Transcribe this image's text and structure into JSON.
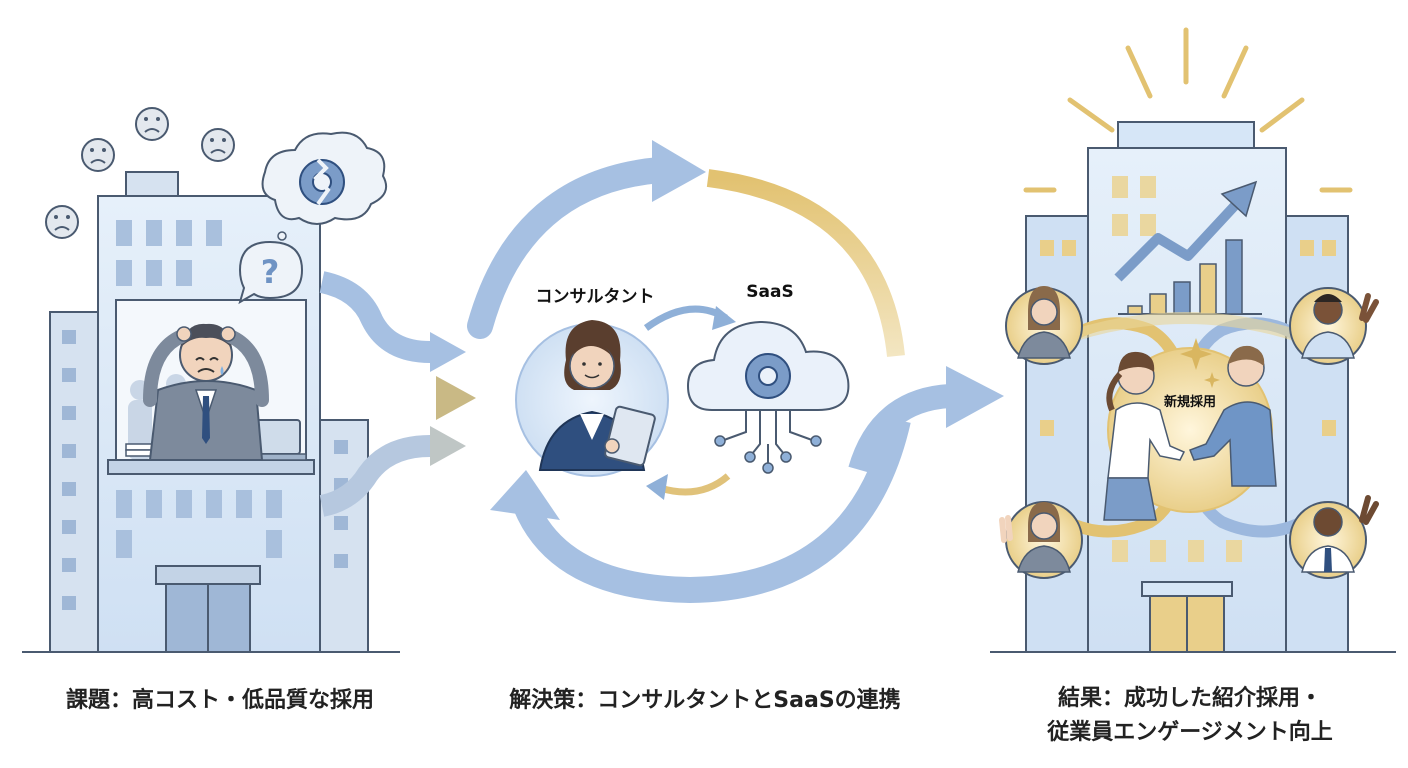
{
  "labels": {
    "consultant": "コンサルタント",
    "saas": "SaaS",
    "new_hire": "新規採用"
  },
  "captions": {
    "problem": "課題：高コスト・低品質な採用",
    "solution": "解決策：コンサルタントとSaaSの連携",
    "result_line1": "結果：成功した紹介採用・",
    "result_line2": "従業員エンゲージメント向上"
  },
  "icons": [
    "sad-face-icon",
    "gear-icon",
    "question-mark-icon",
    "cloud-icon",
    "tablet-icon",
    "trend-arrow-icon",
    "sparkle-icon",
    "handshake-icon"
  ],
  "colors": {
    "blue": "#8fb0d8",
    "light_blue": "#dbe8f6",
    "gold": "#d9b660",
    "navy": "#2f4f7f",
    "outline": "#4a5a70"
  }
}
